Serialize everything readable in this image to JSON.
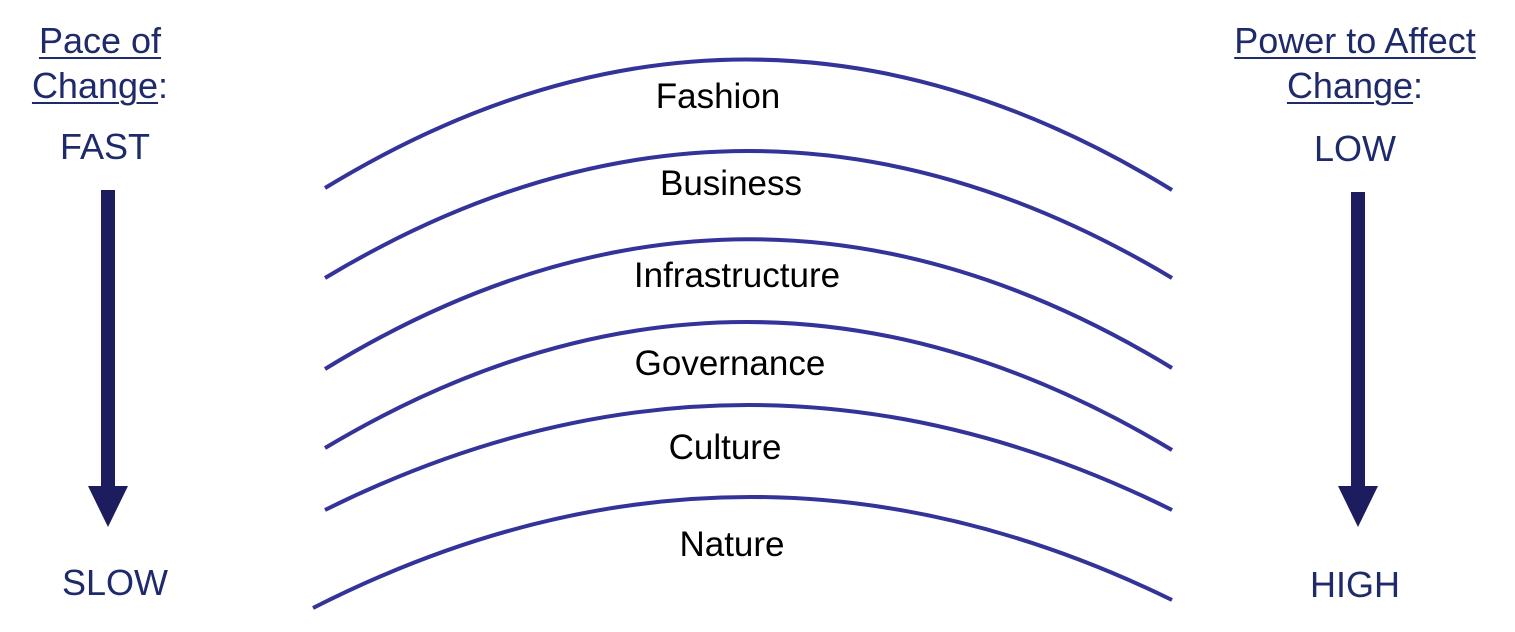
{
  "left_axis": {
    "heading_line1": "Pace of",
    "heading_line2": "Change",
    "heading_colon": ":",
    "top_label": "FAST",
    "bottom_label": "SLOW"
  },
  "right_axis": {
    "heading_line1": "Power to Affect",
    "heading_line2": "Change",
    "heading_colon": ":",
    "top_label": "LOW",
    "bottom_label": "HIGH"
  },
  "layers": [
    {
      "label": "Fashion"
    },
    {
      "label": "Business"
    },
    {
      "label": "Infrastructure"
    },
    {
      "label": "Governance"
    },
    {
      "label": "Culture"
    },
    {
      "label": "Nature"
    }
  ],
  "colors": {
    "axis_text": "#1f2a6b",
    "arc_stroke": "#33339a",
    "arrow_fill": "#1c1c5e",
    "layer_text": "#000000"
  }
}
